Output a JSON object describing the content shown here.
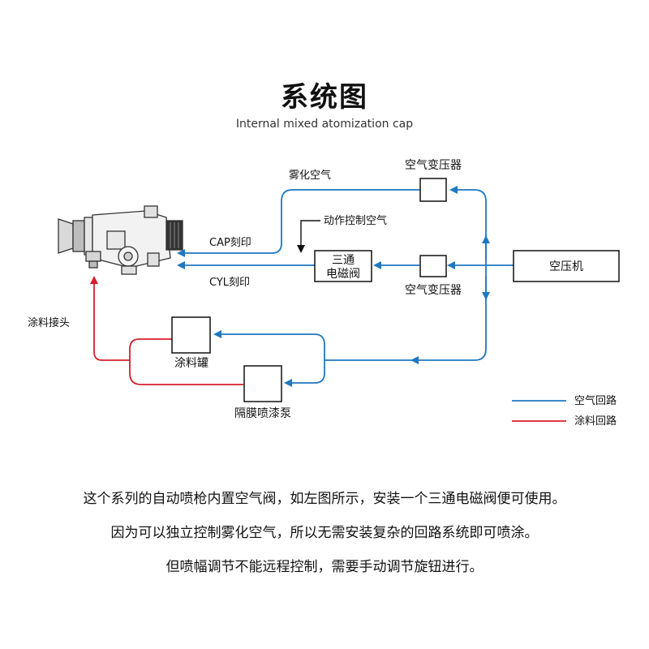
{
  "title": "系统图",
  "subtitle": "Internal mixed atomization cap",
  "diagram": {
    "nodes": {
      "transformer_top": "空气变压器",
      "atomizing_air": "雾化空气",
      "action_air": "动作控制空气",
      "cap_mark": "CAP刻印",
      "cyl_mark": "CYL刻印",
      "valve_line1": "三通",
      "valve_line2": "电磁阀",
      "transformer_mid": "空气变压器",
      "compressor": "空压机",
      "paint_inlet": "涂料接头",
      "paint_tank": "涂料罐",
      "pump": "隔膜喷漆泵"
    },
    "legend": {
      "air": "空气回路",
      "paint": "涂料回路"
    },
    "colors": {
      "air": "#1f78c1",
      "paint": "#d71f2b"
    }
  },
  "description": {
    "line1": "这个系列的自动喷枪内置空气阀，如左图所示，安装一个三通电磁阀便可使用。",
    "line2": "因为可以独立控制雾化空气，所以无需安装复杂的回路系统即可喷涂。",
    "line3": "但喷幅调节不能远程控制，需要手动调节旋钮进行。"
  }
}
